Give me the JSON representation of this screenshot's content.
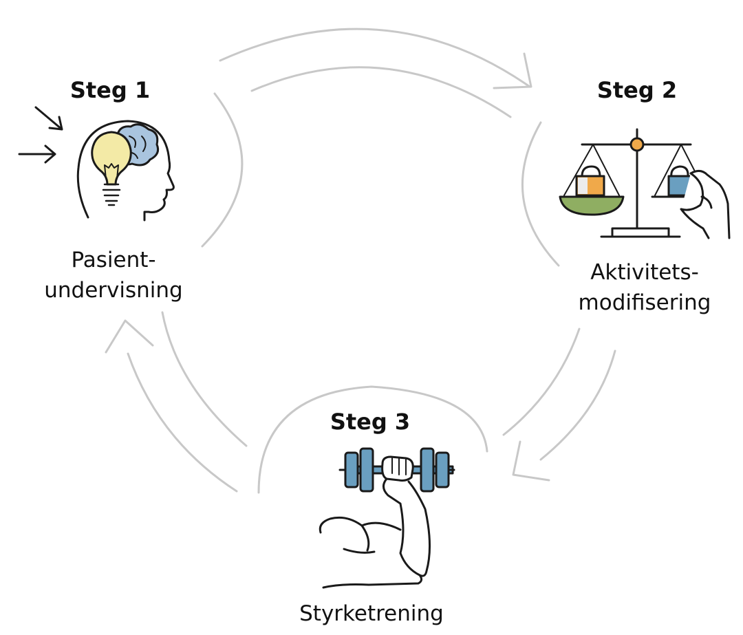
{
  "steps": [
    {
      "title": "Steg 1",
      "label_lines": [
        "Pasient-",
        "undervisning"
      ],
      "icon": "brain-lightbulb-icon"
    },
    {
      "title": "Steg 2",
      "label_lines": [
        "Aktivitets-",
        "modifisering"
      ],
      "icon": "balance-scale-icon"
    },
    {
      "title": "Steg 3",
      "label_lines": [
        "Styrketrening"
      ],
      "icon": "dumbbell-arm-icon"
    }
  ],
  "colors": {
    "cycle_arrows": "#c8c8c8",
    "line_art": "#1a1a1a",
    "bulb": "#f3eaa6",
    "brain": "#a9c4de",
    "scale_pan": "#8fae62",
    "scale_pivot": "#f0a94a",
    "weight_orange": "#f0a94a",
    "weight_blue": "#6a9fc0",
    "dumbbell": "#6a9fc0"
  }
}
